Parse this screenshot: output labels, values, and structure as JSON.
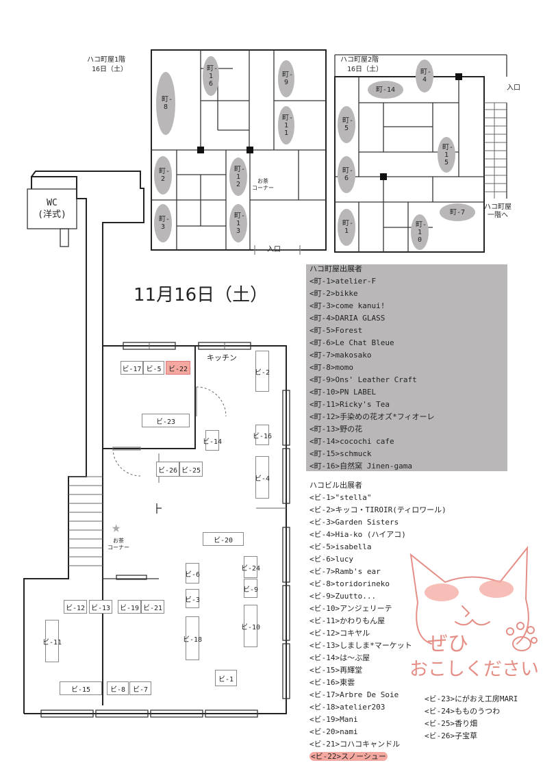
{
  "machiya_1f": {
    "title": "ハコ町屋1階",
    "date": "16日（土）"
  },
  "machiya_2f": {
    "title": "ハコ町屋2階",
    "date": "16日（土）",
    "entrance": "入口",
    "to_1f": "ハコ町屋\n一階へ"
  },
  "entrance_1f": "入口",
  "tea_corner": "お茶\nコーナー",
  "main_title": "11月16日（土）",
  "wc": {
    "line1": "WC",
    "line2": "(洋式)"
  },
  "kitchen": "キッチン",
  "booths_1f": {
    "m16": "町-16",
    "m9": "町-9",
    "m8": "町-8",
    "m11": "町-11",
    "m2": "町-2",
    "m12": "町-12",
    "m3": "町-3",
    "m13": "町-13"
  },
  "booths_2f": {
    "m4": "町-4",
    "m14": "町-14",
    "m5": "町-5",
    "m15": "町-15",
    "m6": "町-6",
    "m7": "町-7",
    "m1": "町-1",
    "m10": "町-10"
  },
  "biru_booths": {
    "b17": "ビ-17",
    "b5": "ビ-5",
    "b22": "ビ-22",
    "b2": "ビ-2",
    "b23": "ビ-23",
    "b14": "ビ-14",
    "b16": "ビ-16",
    "b26": "ビ-26",
    "b25": "ビ-25",
    "b4": "ビ-4",
    "b20": "ビ-20",
    "b6": "ビ-6",
    "b24": "ビ-24",
    "b9": "ビ-9",
    "b3": "ビ-3",
    "b12": "ビ-12",
    "b13": "ビ-13",
    "b19": "ビ-19",
    "b21": "ビ-21",
    "b11": "ビ-11",
    "b18": "ビ-18",
    "b10": "ビ-10",
    "b1": "ビ-1",
    "b15": "ビ-15",
    "b8": "ビ-8",
    "b7": "ビ-7"
  },
  "machiya_list": {
    "heading": "ハコ町屋出展者",
    "items": [
      "<町-1>atelier-F",
      "<町-2>bikke",
      "<町-3>come kanui!",
      "<町-4>DARIA GLASS",
      "<町-5>Forest",
      "<町-6>Le Chat Bleue",
      "<町-7>makosako",
      "<町-8>momo",
      "<町-9>Ons' Leather Craft",
      "<町-10>PN LABEL",
      "<町-11>Ricky's Tea",
      "<町-12>手染めの花オズ*フィオーレ",
      "<町-13>野の花",
      "<町-14>cocochi cafe",
      "<町-15>schmuck",
      "<町-16>自然窯 Jinen-gama"
    ]
  },
  "biru_list": {
    "heading": "ハコビル出展者",
    "items": [
      "<ビ-1>\"stella\"",
      "<ビ-2>キッコ・TIROIR(ティロワール)",
      "<ビ-3>Garden Sisters",
      "<ビ-4>Hia-ko (ハイアコ)",
      "<ビ-5>isabella",
      "<ビ-6>lucy",
      "<ビ-7>Ramb's ear",
      "<ビ-8>toridorineko",
      "<ビ-9>Zuutto...",
      "<ビ-10>アンジェリーテ",
      "<ビ-11>かわりもん屋",
      "<ビ-12>コキヤル",
      "<ビ-13>しましま*マーケット",
      "<ビ-14>は〜ぶ屋",
      "<ビ-15>再輝堂",
      "<ビ-16>東雲",
      "<ビ-17>Arbre De Soie",
      "<ビ-18>atelier203",
      "<ビ-19>Mani",
      "<ビ-20>nami",
      "<ビ-21>コハコキャンドル",
      "<ビ-22>スノーシュー"
    ],
    "items_col2": [
      "<ビ-23>にがおえ工房MARI",
      "<ビ-24>もものうつわ",
      "<ビ-25>香り畑",
      "<ビ-26>子宝草"
    ]
  },
  "stamp": {
    "line1": "ぜひ",
    "line2": "おこしください"
  },
  "colors": {
    "gray": "#b9b7b7",
    "highlight": "#f4a8a0",
    "stamp": "#e58e86"
  }
}
